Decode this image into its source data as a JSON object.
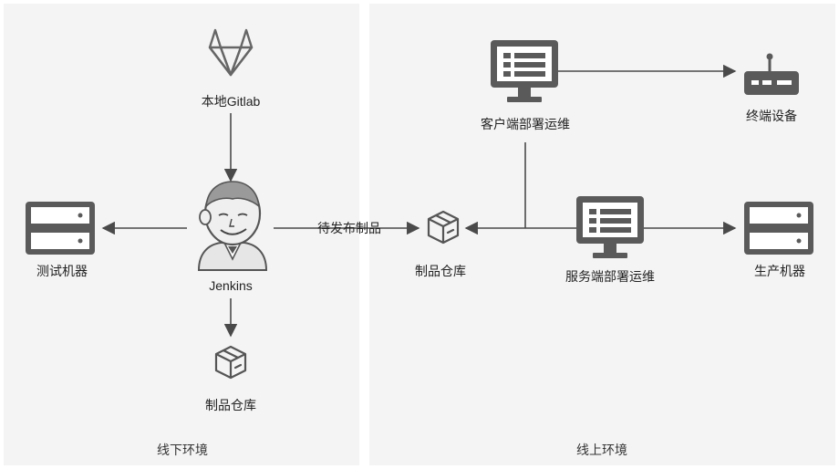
{
  "zones": {
    "offline": "线下环境",
    "online": "线上环境"
  },
  "nodes": {
    "gitlab": "本地Gitlab",
    "jenkins": "Jenkins",
    "test_machine": "测试机器",
    "artifact_repo_offline": "制品仓库",
    "artifact_repo_online": "制品仓库",
    "client_ops": "客户端部署运维",
    "terminal_device": "终端设备",
    "server_ops": "服务端部署运维",
    "prod_machine": "生产机器"
  },
  "edges": {
    "pending_release": "待发布制品"
  },
  "colors": {
    "icon": "#555555",
    "line": "#4a4a4a",
    "panel": "#f4f4f4"
  }
}
